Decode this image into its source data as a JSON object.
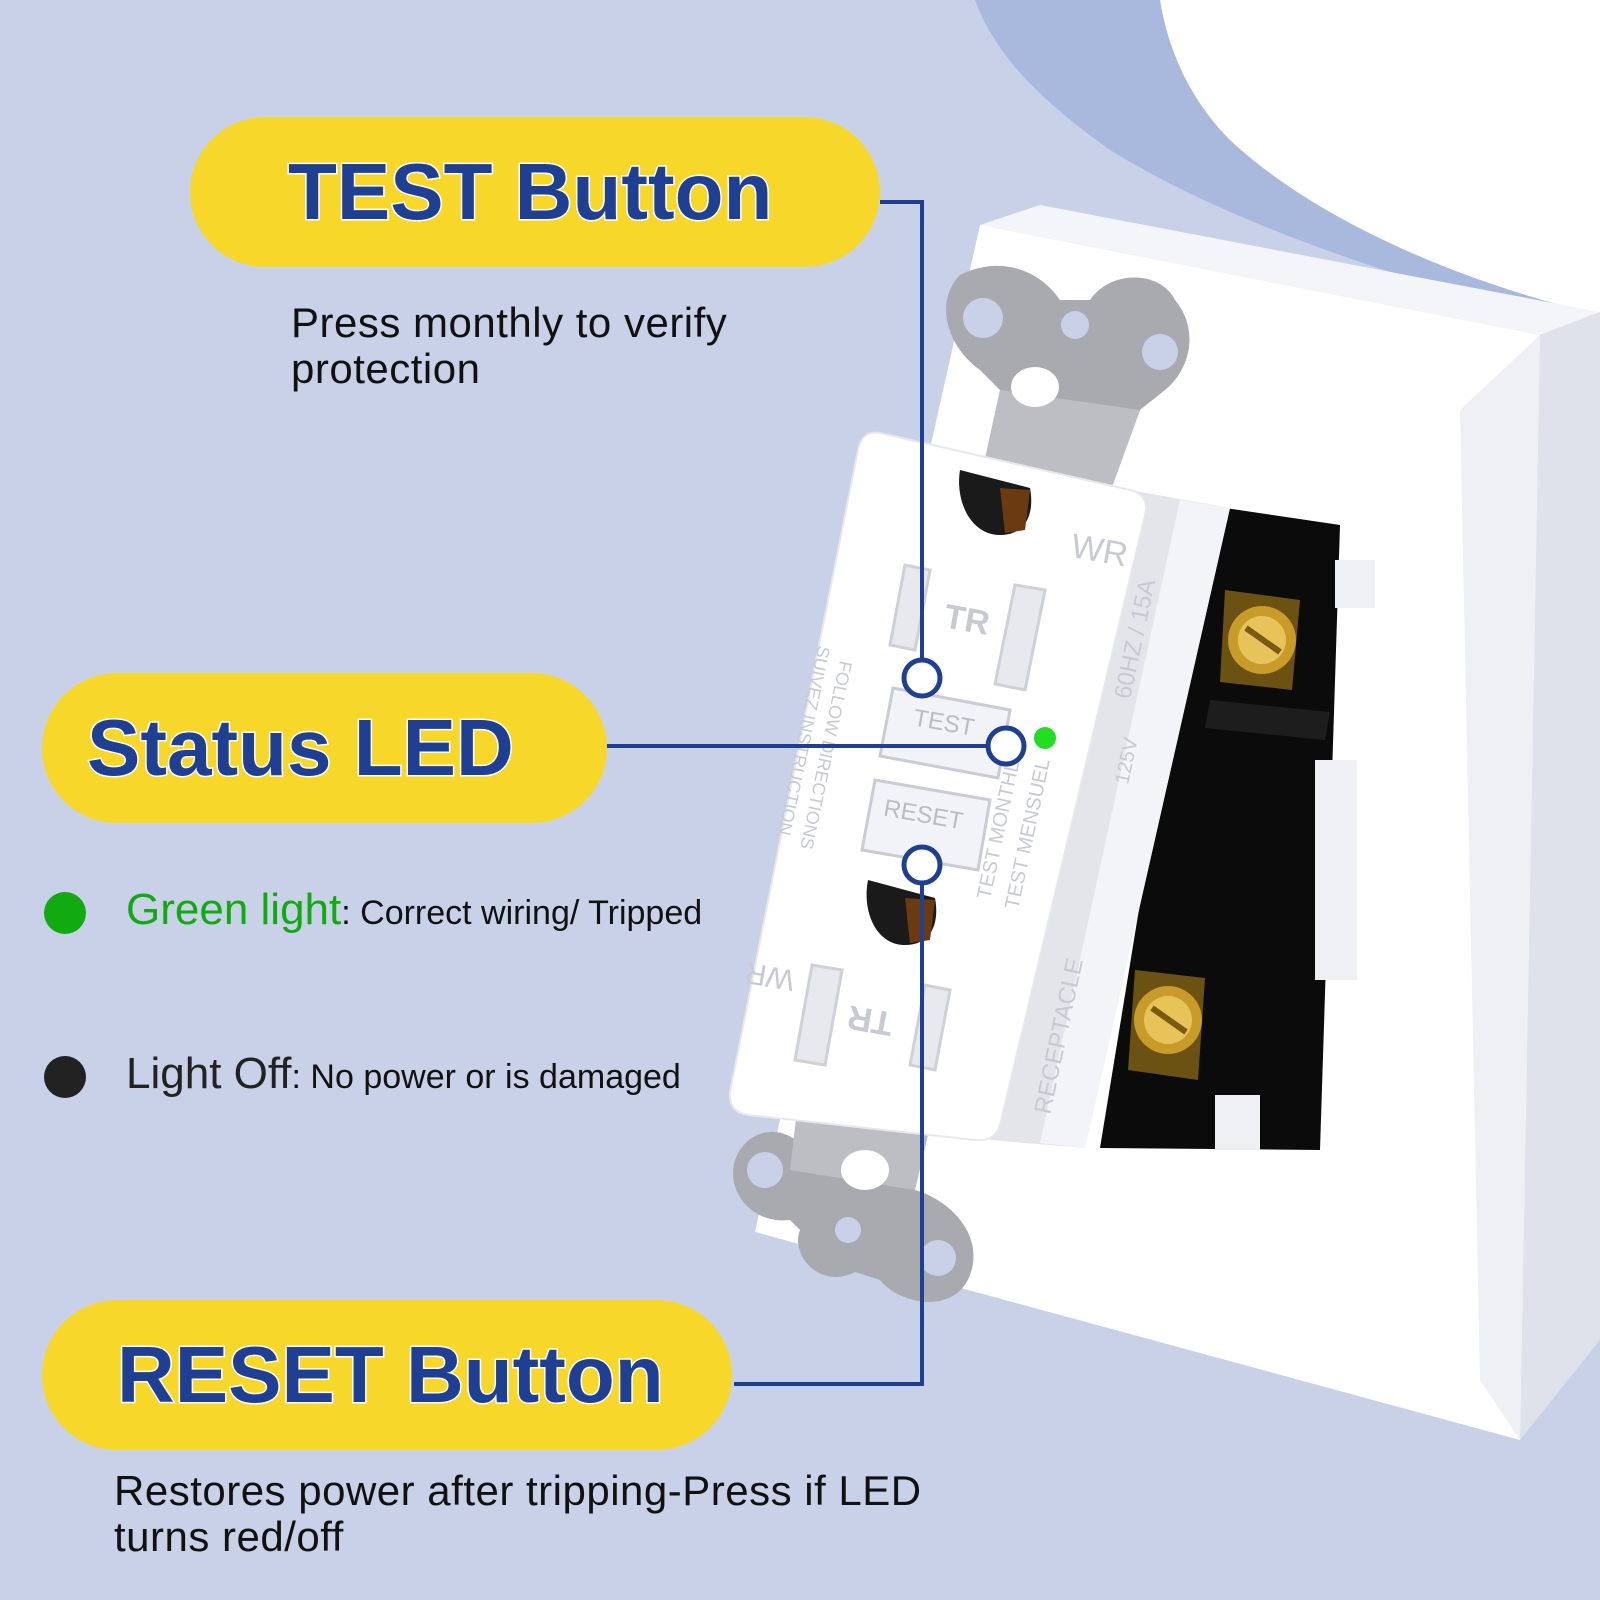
{
  "test": {
    "title": "TEST Button",
    "description": "Press monthly to verify protection"
  },
  "led": {
    "title": "Status LED",
    "legend": [
      {
        "key": "Green light",
        "colon": ":",
        "text": "Correct wiring/ Tripped",
        "color": "#11aa11"
      },
      {
        "key": "Light Off",
        "colon": ":",
        "text": "No power or is damaged",
        "color": "#222222"
      }
    ]
  },
  "reset": {
    "title": "RESET Button",
    "description": "Restores power after tripping-Press if LED turns red/off"
  },
  "device": {
    "outlet_labels": {
      "test_label": "TEST",
      "reset_label": "RESET",
      "wr_label": "WR",
      "tr_label": "TR",
      "rating": "60HZ / 15A",
      "voltage": "125V",
      "monthly": "TEST MONTHLY",
      "mensuel": "TEST MENSUEL",
      "follow": "FOLLOW DIRECTIONS",
      "suivez": "SUIVEZ INSTRUCTION",
      "receptacle": "RECEPTACLE"
    },
    "led_color": "#22dd22"
  },
  "colors": {
    "background": "#c8d1e7",
    "accent_pill": "#f7d72a",
    "title_text": "#1f3f93",
    "leader_line": "#1f3f93"
  }
}
